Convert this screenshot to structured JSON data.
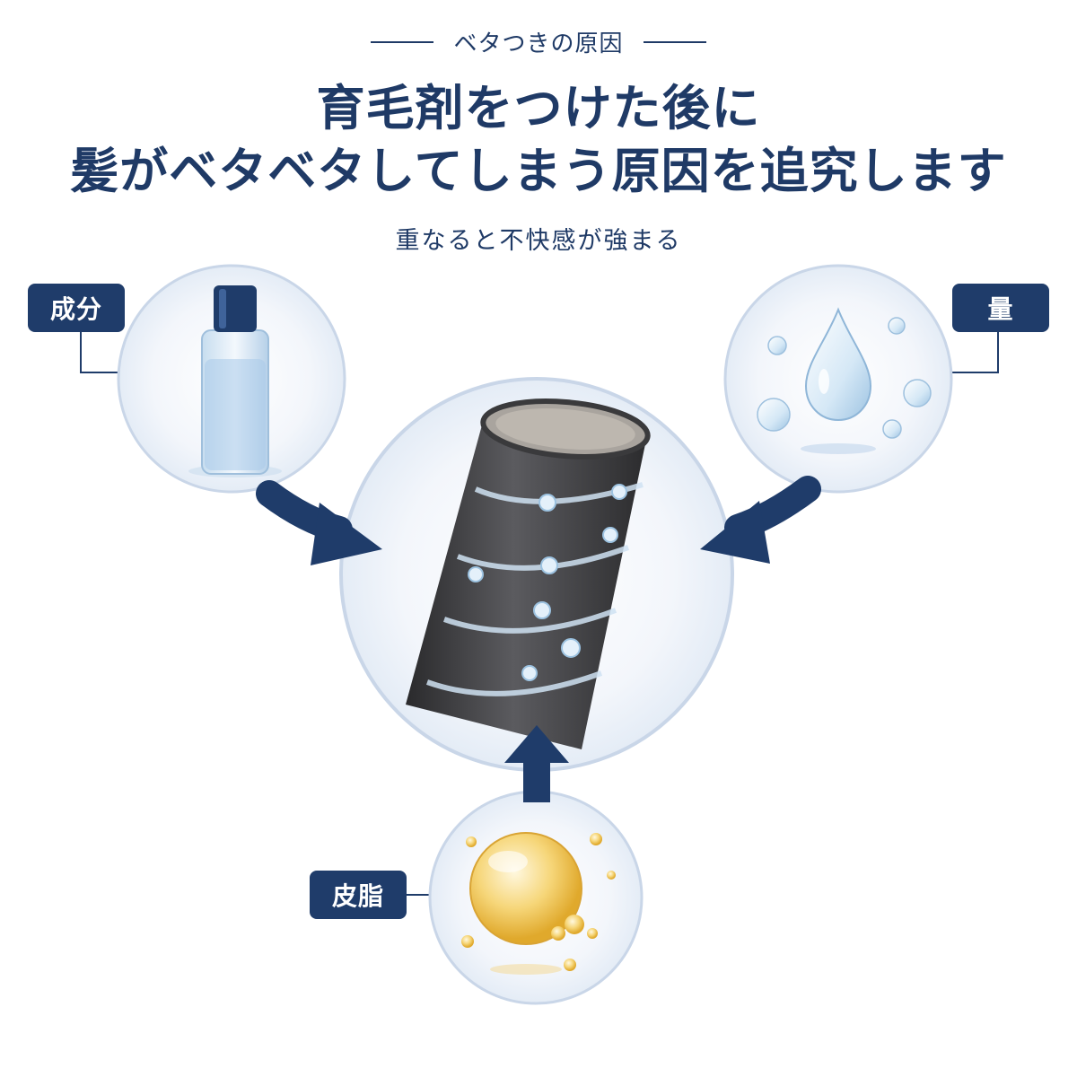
{
  "header": {
    "eyebrow": "ベタつきの原因",
    "title_line1": "育毛剤をつけた後に",
    "title_line2": "髪がベタベタしてしまう原因を追究します",
    "subtitle": "重なると不快感が強まる"
  },
  "factors": {
    "component": {
      "label": "成分",
      "icon": "bottle-icon"
    },
    "amount": {
      "label": "量",
      "icon": "water-drop-icon"
    },
    "sebum": {
      "label": "皮脂",
      "icon": "oil-drop-icon"
    }
  },
  "center": {
    "icon": "sticky-hair-strand-icon"
  },
  "colors": {
    "primary": "#1f3c6a",
    "circle_border": "#c9d6e8",
    "circle_fill": "#eef3fa",
    "sebum_gold": "#f2c24e"
  }
}
